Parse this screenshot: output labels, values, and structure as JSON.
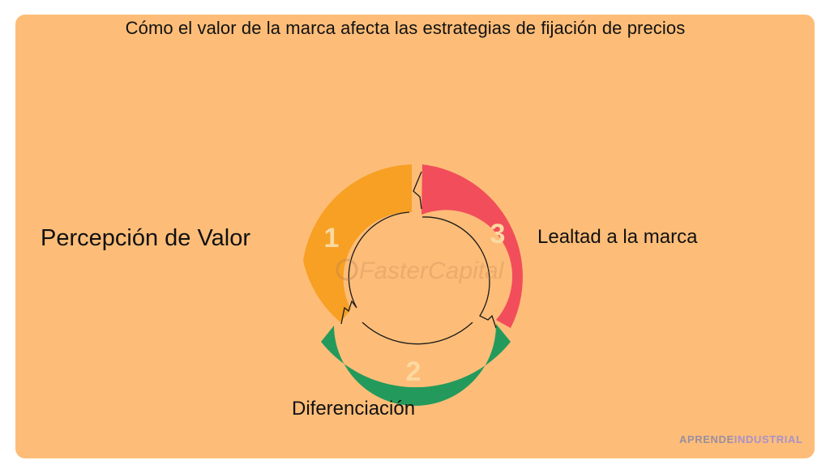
{
  "title": "Cómo el valor de la marca afecta las estrategias de fijación de precios",
  "segments": [
    {
      "number": "1",
      "label": "Percepción de Valor",
      "color": "#f7a024"
    },
    {
      "number": "2",
      "label": "Diferenciación",
      "color": "#239a5b"
    },
    {
      "number": "3",
      "label": "Lealtad a la marca",
      "color": "#f24d5a"
    }
  ],
  "watermark": "FasterCapital",
  "brand": {
    "part1": "APRENDE",
    "part2": "INDUSTRIAL"
  }
}
